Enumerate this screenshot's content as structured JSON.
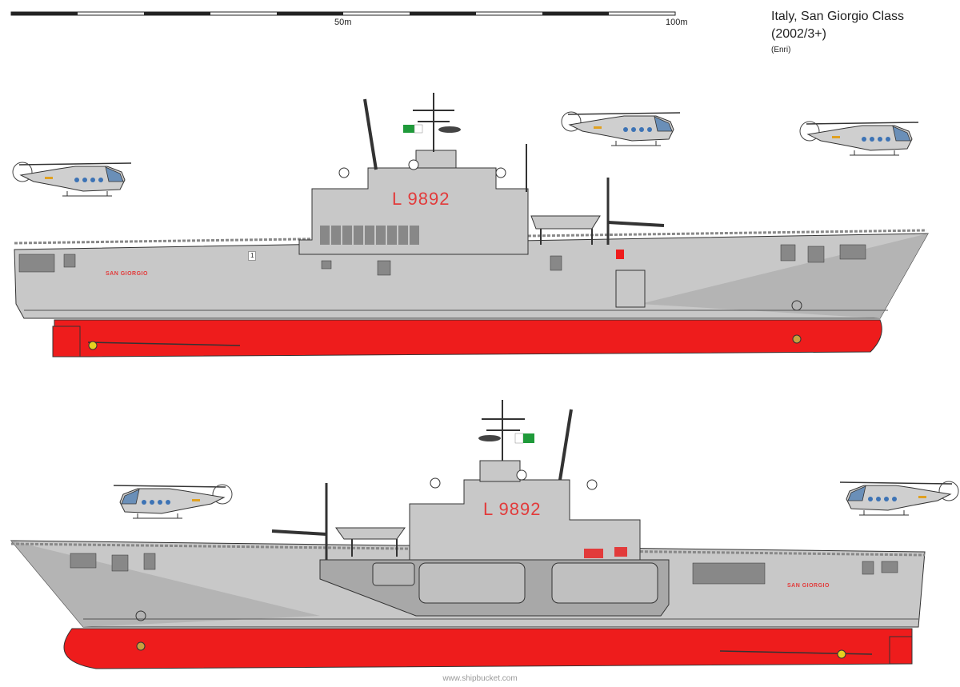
{
  "scale_bar": {
    "mid_label": "50m",
    "end_label": "100m"
  },
  "title": {
    "line1": "Italy, San Giorgio Class",
    "line2": "(2002/3+)",
    "credit": "(Enri)"
  },
  "ship": {
    "hull_number": "L 9892",
    "name": "SAN GIORGIO",
    "pennant_mark": "1"
  },
  "watermark": "www.shipbucket.com",
  "colors": {
    "hull_grey": "#c8c8c8",
    "antifouling_red": "#ee1c1c",
    "deck_grey": "#b4b4b4",
    "outline": "#333333",
    "flag_green": "#1f9a3a",
    "flag_red": "#d62828"
  }
}
